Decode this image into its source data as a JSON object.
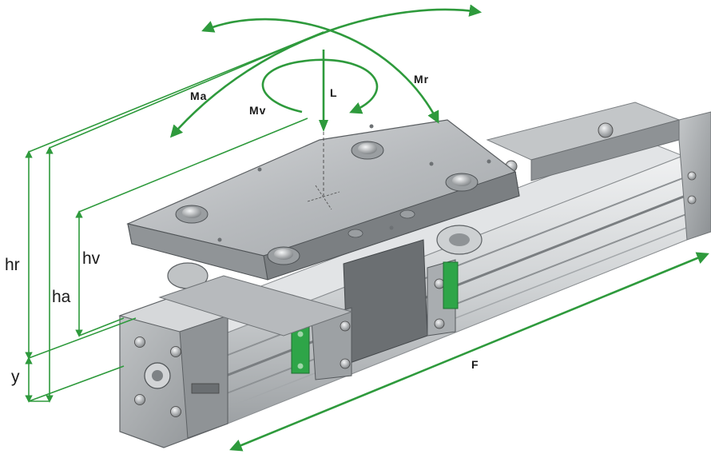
{
  "labels": {
    "hr": "hr",
    "ha": "ha",
    "hv": "hv",
    "y": "y",
    "Ma": "Ma",
    "Mv": "Mv",
    "L": "L",
    "Mr": "Mr",
    "F": "F"
  },
  "colors": {
    "dimension_green": "#2e9a3c",
    "metal_light": "#c9ccce",
    "metal_dark": "#7d8184",
    "rail": "#d9dcde"
  }
}
